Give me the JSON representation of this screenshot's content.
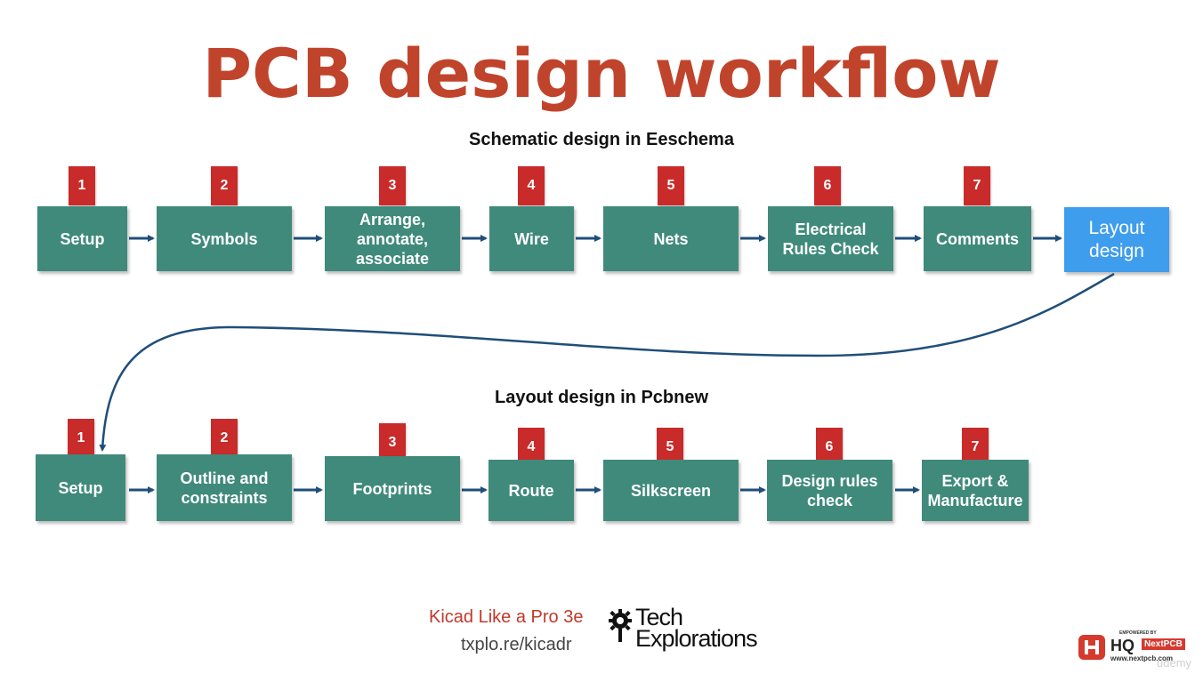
{
  "title": "PCB design workflow",
  "schematic": {
    "title": "Schematic design in Eeschema",
    "steps": [
      {
        "num": "1",
        "label": "Setup"
      },
      {
        "num": "2",
        "label": "Symbols"
      },
      {
        "num": "3",
        "label": "Arrange,\nannotate,\nassociate"
      },
      {
        "num": "4",
        "label": "Wire"
      },
      {
        "num": "5",
        "label": "Nets"
      },
      {
        "num": "6",
        "label": "Electrical\nRules Check"
      },
      {
        "num": "7",
        "label": "Comments"
      }
    ],
    "next": "Layout\ndesign"
  },
  "layout": {
    "title": "Layout design in Pcbnew",
    "steps": [
      {
        "num": "1",
        "label": "Setup"
      },
      {
        "num": "2",
        "label": "Outline and\nconstraints"
      },
      {
        "num": "3",
        "label": "Footprints"
      },
      {
        "num": "4",
        "label": "Route"
      },
      {
        "num": "5",
        "label": "Silkscreen"
      },
      {
        "num": "6",
        "label": "Design rules\ncheck"
      },
      {
        "num": "7",
        "label": "Export &\nManufacture"
      }
    ]
  },
  "footer": {
    "course": "Kicad Like a Pro 3e",
    "url": "txplo.re/kicadr",
    "brand_line1": "Tech",
    "brand_line2": "Explorations",
    "sponsor_small": "EMPOWERED BY",
    "sponsor_name": "HQ",
    "sponsor_sub": "NextPCB",
    "sponsor_url": "www.nextpcb.com",
    "watermark": "udemy"
  },
  "colors": {
    "title": "#c0442b",
    "step_box": "#3f8a7b",
    "number_tag": "#c92a2a",
    "layout_box": "#3f9ded",
    "arrow": "#1f4e79"
  }
}
